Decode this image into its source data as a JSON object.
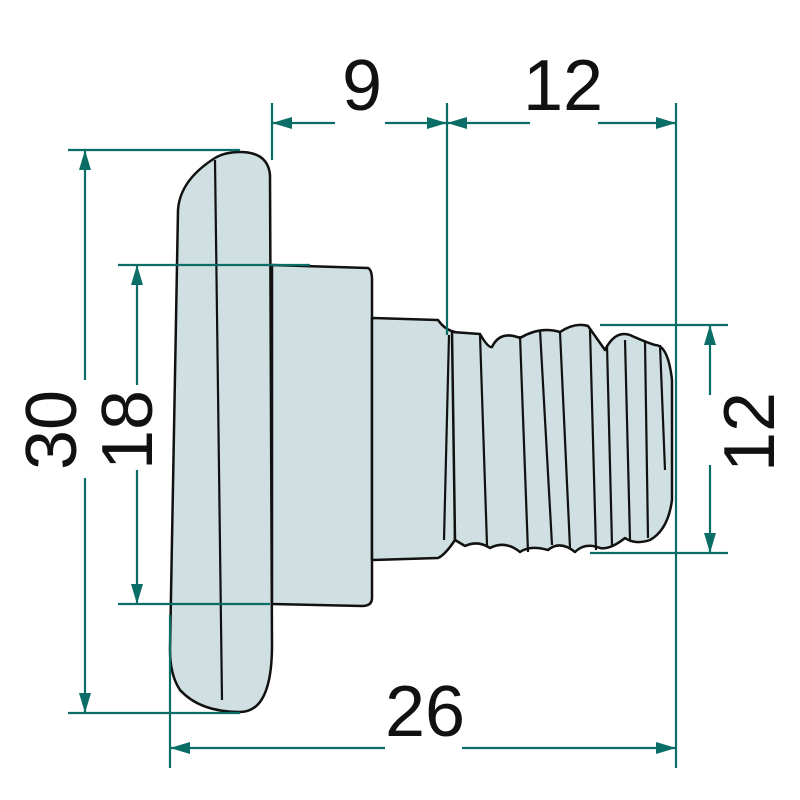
{
  "dimensions": {
    "head_step_length": "9",
    "thread_length": "12",
    "head_diameter": "30",
    "collar_diameter": "18",
    "thread_diameter": "12",
    "overall_length": "26"
  },
  "colors": {
    "dimension_line": "#0b6e66",
    "part_fill": "#cfdfe2"
  }
}
